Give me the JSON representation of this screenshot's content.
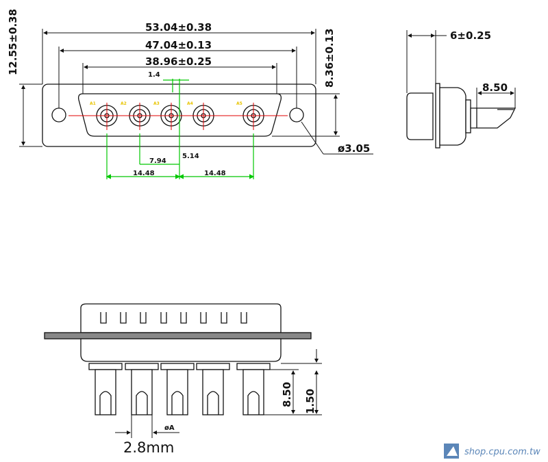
{
  "front_view": {
    "dim_overall": "53.04±0.38",
    "dim_mount": "47.04±0.13",
    "dim_shell": "38.96±0.25",
    "dim_pin_offset": "1.4",
    "dim_height": "12.55±0.38",
    "dim_shell_height": "8.36±0.13",
    "dim_hole": "ø3.05",
    "dim_pitch_a": "7.94",
    "dim_pitch_b": "5.14",
    "dim_span_left": "14.48",
    "dim_span_right": "14.48",
    "pin_labels": [
      "A1",
      "A2",
      "A3",
      "A4",
      "A5"
    ]
  },
  "side_view": {
    "dim_depth": "6±0.25",
    "dim_tail": "8.50"
  },
  "bottom_view": {
    "dim_pin_length": "8.50",
    "dim_step": "1.50",
    "dim_pin_diameter": "øA",
    "dim_wire": "2.8mm"
  },
  "brand": {
    "text": "shop.cpu.com.tw",
    "color": "#5b86b8"
  },
  "colors": {
    "outline": "#111111",
    "center_line": "#e00000",
    "guide_line": "#00c800"
  }
}
